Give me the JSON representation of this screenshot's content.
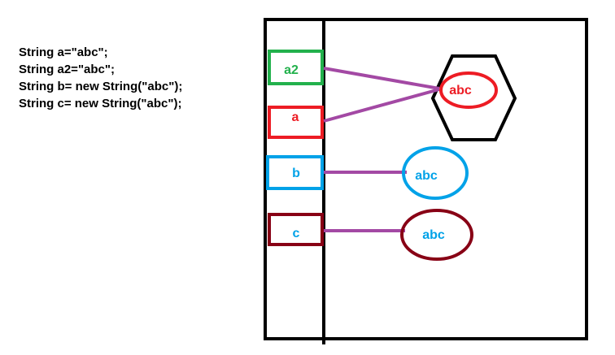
{
  "code_lines": [
    "String a=\"abc\";",
    "String a2=\"abc\";",
    "String b= new String(\"abc\");",
    "String c= new String(\"abc\");"
  ],
  "refs": [
    {
      "label": "a2",
      "color": "#22b14c",
      "text_color": "#22b14c"
    },
    {
      "label": "a",
      "color": "#ed1c24",
      "text_color": "#ed1c24"
    },
    {
      "label": "b",
      "color": "#00a2e8",
      "text_color": "#00a2e8"
    },
    {
      "label": "c",
      "color": "#880015",
      "text_color": "#00a2e8"
    }
  ],
  "objects": [
    {
      "label": "abc",
      "color": "#ed1c24",
      "text_color": "#ed1c24",
      "in_pool": true
    },
    {
      "label": "abc",
      "color": "#00a2e8",
      "text_color": "#00a2e8",
      "in_pool": false
    },
    {
      "label": "abc",
      "color": "#880015",
      "text_color": "#00a2e8",
      "in_pool": false
    }
  ],
  "arrow_color": "#a349a4"
}
